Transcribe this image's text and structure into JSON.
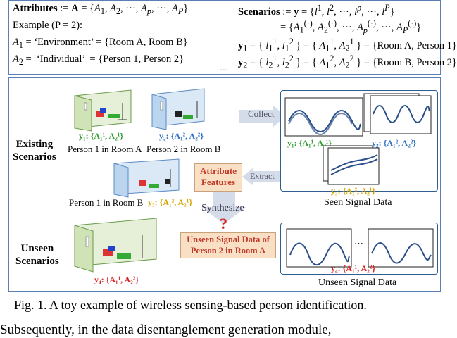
{
  "header": {
    "attributes_def": "Attributes := A = {A₁, A₂, ···, Aₚ, ···, Aₚ}",
    "example_label": "Example (P = 2):",
    "a1_def": "A₁ = ‘Environment’ = {Room A, Room B}",
    "a2_def": "A₂ =  ‘Individual’  = {Person 1, Person 2}",
    "scenarios_def": "Scenarios := y = {l¹, l², ···, lᵖ, ···, lᴾ}",
    "scenarios_def2": "= {A₁⁽·⁾, A₂⁽·⁾, ···, Aₚ⁽·⁾, ···, Aₚ⁽·⁾}",
    "y1_def": "y₁ = { l₁¹, l₁² } = { A₁¹, A₂¹ } = {Room A, Person 1}",
    "y2_def": "y₂ = { l₂¹, l₂² } = { A₁², A₂² } = {Room B, Person 2}",
    "ellipsis": "···"
  },
  "diagram": {
    "existing_label_1": "Existing",
    "existing_label_2": "Scenarios",
    "unseen_label_1": "Unseen",
    "unseen_label_2": "Scenarios",
    "y1_tag": "y₁: {A₁¹, A₂¹}",
    "y2_tag": "y₂: {A₁², A₂²}",
    "y3_tag": "y₃: {A₁², A₂¹}",
    "y4_tag": "y₄: {A₁¹, A₂²}",
    "person1_roomA": "Person 1 in Room A",
    "person2_roomB": "Person 2 in Room B",
    "person1_roomB": "Person 1 in Room B",
    "collect": "Collect",
    "extract": "Extract",
    "synthesize": "Synthesize",
    "attr_features_1": "Attribute",
    "attr_features_2": "Features",
    "question_mark": "?",
    "unseen_signal_1": "Unseen Signal Data of",
    "unseen_signal_2": "Person 2 in Room A",
    "seen_signal_caption": "Seen Signal Data",
    "unseen_signal_caption": "Unseen Signal Data",
    "signal_y1": "y₁: {A₁¹, A₂¹}",
    "signal_y2": "y₂: {A₁², A₂²}",
    "signal_y3": "y₃: {A₁², A₂¹}",
    "signal_y4": "y₄: {A₁¹, A₂²}",
    "signal_dots": "···"
  },
  "caption": "Fig. 1.  A toy example of wireless sensing-based person identification.",
  "body_text": "Subsequently, in the data disentanglement generation module,",
  "colors": {
    "box_border": "#5b7fb3",
    "green": "#2e9b2e",
    "blue": "#2f6fc4",
    "gold": "#d9a400",
    "red": "#d92020",
    "attr_fill": "#f9e0c4"
  }
}
